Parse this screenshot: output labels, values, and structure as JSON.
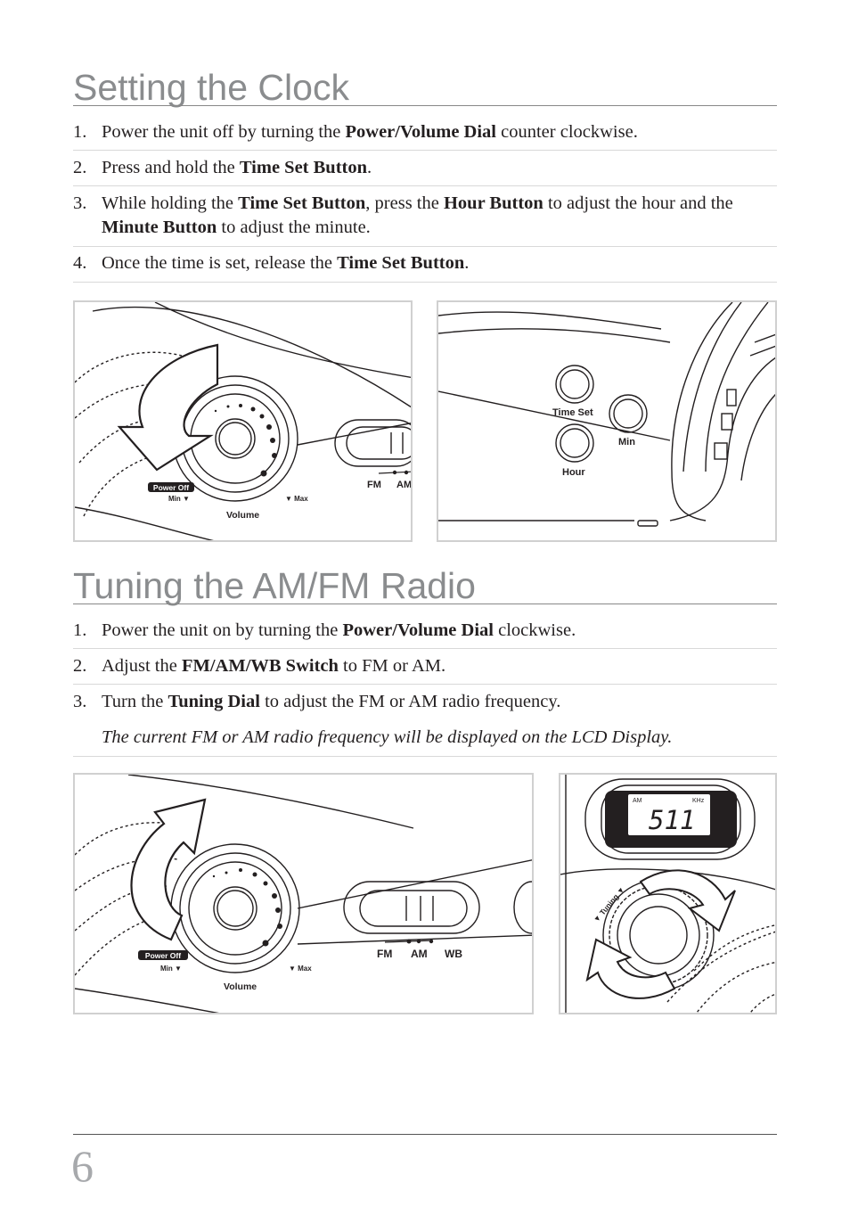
{
  "section1": {
    "title": "Setting the Clock",
    "steps": [
      {
        "num": "1.",
        "before": "Power the unit off by turning the ",
        "bold": "Power/Volume Dial",
        "after": " counter clockwise."
      },
      {
        "num": "2.",
        "before": "Press and hold the ",
        "bold": "Time Set Button",
        "after": "."
      },
      {
        "num": "3.",
        "p1": "While holding the ",
        "b1": "Time Set Button",
        "p2": ", press the ",
        "b2": "Hour Button",
        "p3": " to adjust the hour and the ",
        "b3": "Minute Button",
        "p4": " to adjust the minute."
      },
      {
        "num": "4.",
        "before": "Once the time is set, release the ",
        "bold": "Time Set Button",
        "after": "."
      }
    ]
  },
  "section2": {
    "title": "Tuning the AM/FM Radio",
    "steps": [
      {
        "num": "1.",
        "before": "Power the unit on by turning the ",
        "bold": "Power/Volume Dial",
        "after": " clockwise."
      },
      {
        "num": "2.",
        "before": "Adjust the ",
        "bold": "FM/AM/WB Switch",
        "after": " to FM or AM."
      },
      {
        "num": "3.",
        "before": "Turn the ",
        "bold": "Tuning Dial",
        "after": " to adjust the FM or AM radio frequency."
      }
    ],
    "note": "The current FM or AM radio frequency will be displayed on the LCD Display."
  },
  "figures": {
    "fig1": {
      "power_off": "Power Off",
      "min": "Min ▼",
      "max": "▼ Max",
      "volume": "Volume",
      "fm": "FM",
      "am": "AM"
    },
    "fig2": {
      "time_set": "Time Set",
      "min": "Min",
      "hour": "Hour"
    },
    "fig3": {
      "power_off": "Power Off",
      "min": "Min ▼",
      "max": "▼ Max",
      "volume": "Volume",
      "fm": "FM",
      "am": "AM",
      "wb": "WB"
    },
    "fig4": {
      "band": "AM",
      "unit": "KHz",
      "frequency": "511",
      "tuning": "▼ Tuning ▼"
    }
  },
  "page_number": "6"
}
